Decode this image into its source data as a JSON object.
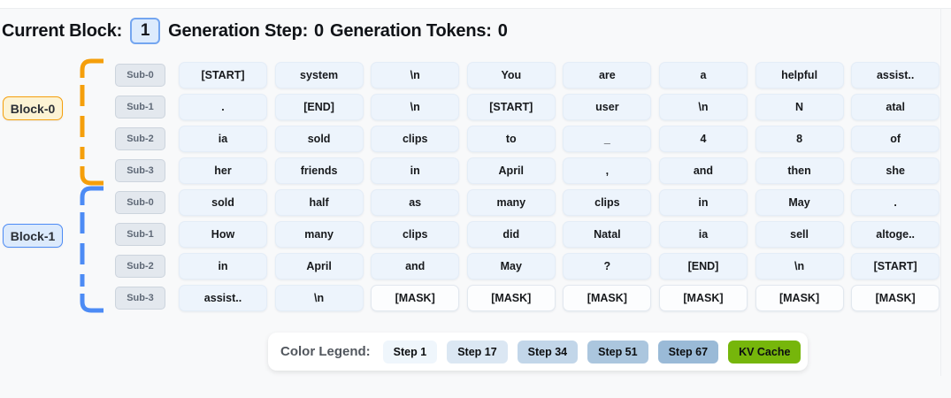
{
  "header": {
    "current_block_label": "Current Block:",
    "current_block_value": "1",
    "generation_step_label": "Generation Step:",
    "generation_step_value": "0",
    "generation_tokens_label": "Generation Tokens:",
    "generation_tokens_value": "0"
  },
  "blocks": [
    {
      "label": "Block-0",
      "color": "#F59F0B",
      "label_bg": "#FCF3D4",
      "rows": [
        {
          "sub": "Sub-0",
          "tokens": [
            "[START]",
            "system",
            "\\n",
            "You",
            "are",
            "a",
            "helpful",
            "assist.."
          ]
        },
        {
          "sub": "Sub-1",
          "tokens": [
            ".",
            "[END]",
            "\\n",
            "[START]",
            "user",
            "\\n",
            "N",
            "atal"
          ]
        },
        {
          "sub": "Sub-2",
          "tokens": [
            "ia",
            "sold",
            "clips",
            "to",
            "_",
            "4",
            "8",
            "of"
          ]
        },
        {
          "sub": "Sub-3",
          "tokens": [
            "her",
            "friends",
            "in",
            "April",
            ",",
            "and",
            "then",
            "she"
          ]
        }
      ]
    },
    {
      "label": "Block-1",
      "color": "#4C8BF5",
      "label_bg": "#DCEAFC",
      "rows": [
        {
          "sub": "Sub-0",
          "tokens": [
            "sold",
            "half",
            "as",
            "many",
            "clips",
            "in",
            "May",
            "."
          ]
        },
        {
          "sub": "Sub-1",
          "tokens": [
            "How",
            "many",
            "clips",
            "did",
            "Natal",
            "ia",
            "sell",
            "altoge.."
          ]
        },
        {
          "sub": "Sub-2",
          "tokens": [
            "in",
            "April",
            "and",
            "May",
            "?",
            "[END]",
            "\\n",
            "[START]"
          ]
        },
        {
          "sub": "Sub-3",
          "tokens": [
            "assist..",
            "\\n",
            "[MASK]",
            "[MASK]",
            "[MASK]",
            "[MASK]",
            "[MASK]",
            "[MASK]"
          ]
        }
      ]
    }
  ],
  "legend": {
    "title": "Color Legend:",
    "items": [
      {
        "label": "Step 1",
        "color": "#eff6fc"
      },
      {
        "label": "Step 17",
        "color": "#dbe7f3"
      },
      {
        "label": "Step 34",
        "color": "#c2d6e9"
      },
      {
        "label": "Step 51",
        "color": "#abc6de"
      },
      {
        "label": "Step 67",
        "color": "#9abad7"
      },
      {
        "label": "KV Cache",
        "color": "#76b60b"
      }
    ]
  }
}
